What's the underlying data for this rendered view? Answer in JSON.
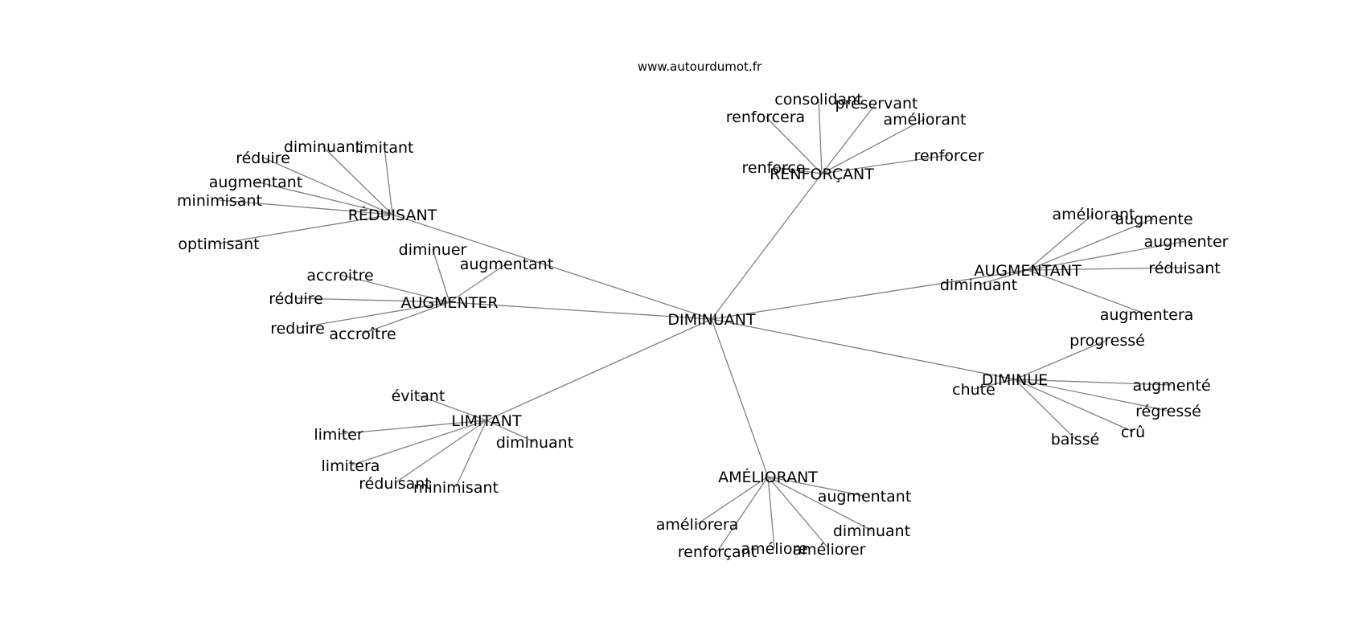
{
  "source": "www.autourdumot.fr",
  "colors": {
    "edge": "#808080",
    "text": "#000000",
    "background": "#ffffff"
  },
  "graph": {
    "center": "DIMINUANT",
    "clusters": [
      {
        "hub": "RENFORÇANT",
        "leaves": [
          "renforcera",
          "consolidant",
          "préservant",
          "améliorant",
          "renforcer",
          "renforce"
        ]
      },
      {
        "hub": "RÉDUISANT",
        "leaves": [
          "diminuant",
          "limitant",
          "réduire",
          "augmentant",
          "minimisant",
          "optimisant"
        ]
      },
      {
        "hub": "AUGMENTER",
        "leaves": [
          "diminuer",
          "augmentant",
          "accroitre",
          "réduire",
          "reduire",
          "accroître"
        ]
      },
      {
        "hub": "AUGMENTANT",
        "leaves": [
          "améliorant",
          "augmente",
          "augmenter",
          "réduisant",
          "augmentera",
          "diminuant"
        ]
      },
      {
        "hub": "DIMINUE",
        "leaves": [
          "progressé",
          "augmenté",
          "régressé",
          "crû",
          "baissé",
          "chute"
        ]
      },
      {
        "hub": "LIMITANT",
        "leaves": [
          "évitant",
          "limiter",
          "limitera",
          "réduisant",
          "minimisant",
          "diminuant"
        ]
      },
      {
        "hub": "AMÉLIORANT",
        "leaves": [
          "augmentant",
          "diminuant",
          "améliorer",
          "améliore",
          "renforçant",
          "améliorera"
        ]
      }
    ]
  }
}
